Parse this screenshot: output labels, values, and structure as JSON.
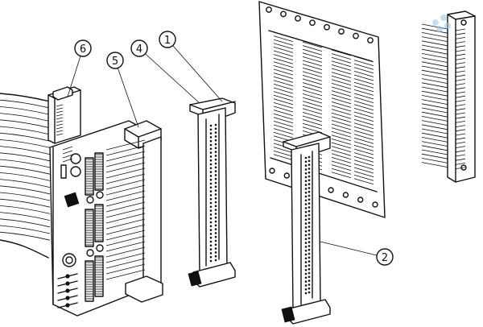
{
  "diagram": {
    "type": "exploded technical drawing",
    "callouts": [
      {
        "id": "callout-1",
        "text": "1"
      },
      {
        "id": "callout-2",
        "text": "2"
      },
      {
        "id": "callout-4",
        "text": "4"
      },
      {
        "id": "callout-5",
        "text": "5"
      },
      {
        "id": "callout-6",
        "text": "6"
      }
    ],
    "parts": [
      "ribbon-cable",
      "ribbon-connector",
      "circuit-board-with-edge-connector",
      "card-guide-rail-left",
      "card-guide-rail-right",
      "perforated-prototype-board",
      "pin-header-connector"
    ],
    "colors": {
      "ink": "#111111",
      "paper": "#ffffff",
      "watermark": "#9ec3e6"
    }
  }
}
